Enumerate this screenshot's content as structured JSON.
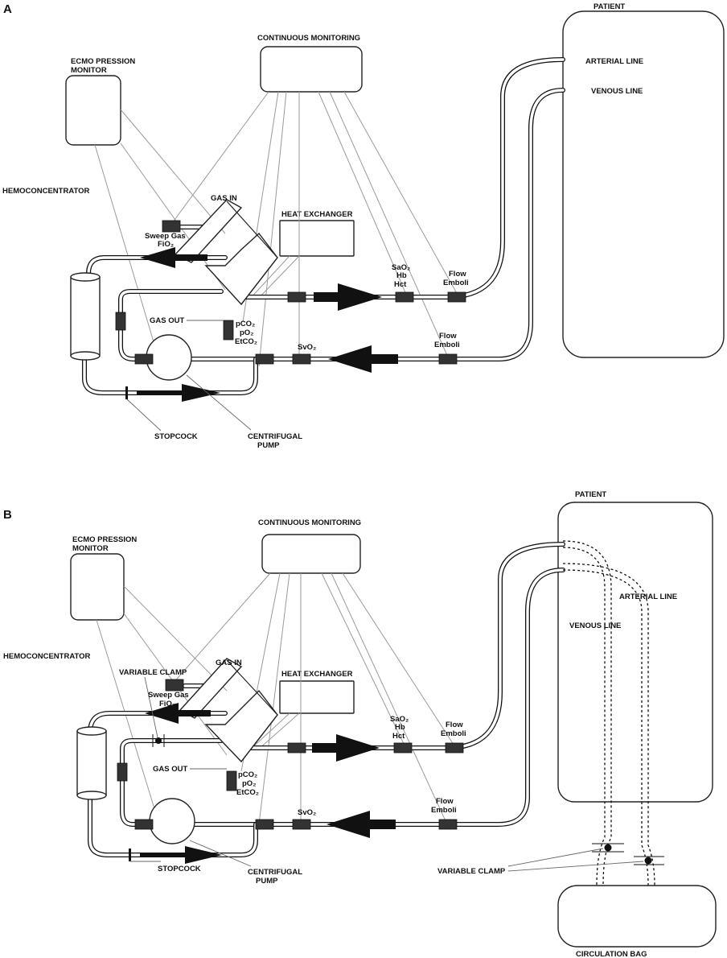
{
  "panel_a": {
    "letter": "A",
    "patient": "PATIENT",
    "arterial_line": "ARTERIAL LINE",
    "venous_line": "VENOUS LINE",
    "continuous_monitoring": "CONTINUOUS MONITORING",
    "ecmo_monitor_1": "ECMO PRESSION",
    "ecmo_monitor_2": "MONITOR",
    "hemoconcentrator": "HEMOCONCENTRATOR",
    "gas_in": "GAS IN",
    "heat_exchanger": "HEAT EXCHANGER",
    "sweep_gas": "Sweep Gas",
    "fio2": "FiO₂",
    "sao2": "SaO₂",
    "hb": "Hb",
    "hct": "Hct",
    "flow_top": "Flow",
    "emboli_top": "Emboli",
    "gas_out": "GAS OUT",
    "pco2": "pCO₂",
    "po2": "pO₂",
    "etco2": "EtCO₂",
    "svo2": "SvO₂",
    "flow_bottom": "Flow",
    "emboli_bottom": "Emboli",
    "stopcock": "STOPCOCK",
    "centrifugal_1": "CENTRIFUGAL",
    "centrifugal_2": "PUMP"
  },
  "panel_b": {
    "letter": "B",
    "patient": "PATIENT",
    "arterial_line": "ARTERIAL LINE",
    "venous_line": "VENOUS LINE",
    "continuous_monitoring": "CONTINUOUS MONITORING",
    "ecmo_monitor_1": "ECMO PRESSION",
    "ecmo_monitor_2": "MONITOR",
    "hemoconcentrator": "HEMOCONCENTRATOR",
    "variable_clamp_top": "VARIABLE CLAMP",
    "gas_in": "GAS IN",
    "heat_exchanger": "HEAT EXCHANGER",
    "sweep_gas": "Sweep Gas",
    "fio2": "FiO₂",
    "sao2": "SaO₂",
    "hb": "Hb",
    "hct": "Hct",
    "flow_top": "Flow",
    "emboli_top": "Emboli",
    "gas_out": "GAS OUT",
    "pco2": "pCO₂",
    "po2": "pO₂",
    "etco2": "EtCO₂",
    "svo2": "SvO₂",
    "flow_bottom": "Flow",
    "emboli_bottom": "Emboli",
    "stopcock": "STOPCOCK",
    "centrifugal_1": "CENTRIFUGAL",
    "centrifugal_2": "PUMP",
    "variable_clamp_bottom": "VARIABLE CLAMP",
    "circulation_bag": "CIRCULATION BAG"
  }
}
